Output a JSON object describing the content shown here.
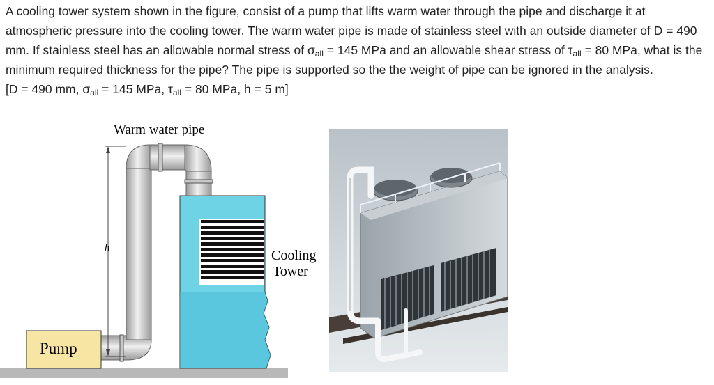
{
  "problem": {
    "paragraph": {
      "t1": "A cooling tower system shown in the figure, consist of a pump that lifts warm water through the pipe and discharge it at atmospheric pressure into the cooling tower. The warm water pipe is made of stainless steel with an outside diameter of D = 490 mm. If stainless steel has an allowable normal stress of σ",
      "sub1": "all",
      "t2": " = 145 MPa and an allowable shear stress of τ",
      "sub2": "all",
      "t3": " = 80 MPa, what is the minimum required thickness for the pipe? The pipe is supported so the the weight of pipe can be ignored in the analysis."
    },
    "givens": {
      "t1": "[D = 490 mm, σ",
      "sub1": "all",
      "t2": " = 145 MPa, τ",
      "sub2": "all",
      "t3": " = 80 MPa, h = 5 m]"
    }
  },
  "diagram": {
    "pipe_label": "Warm water pipe",
    "height_label": "h",
    "tower_label_line1": "Cooling",
    "tower_label_line2": "Tower",
    "pump_label": "Pump",
    "colors": {
      "tower": "#6fd3e6",
      "pump": "#f7e6a3",
      "pipe": "#d4d4d4",
      "ground": "#b5b5b5"
    }
  }
}
